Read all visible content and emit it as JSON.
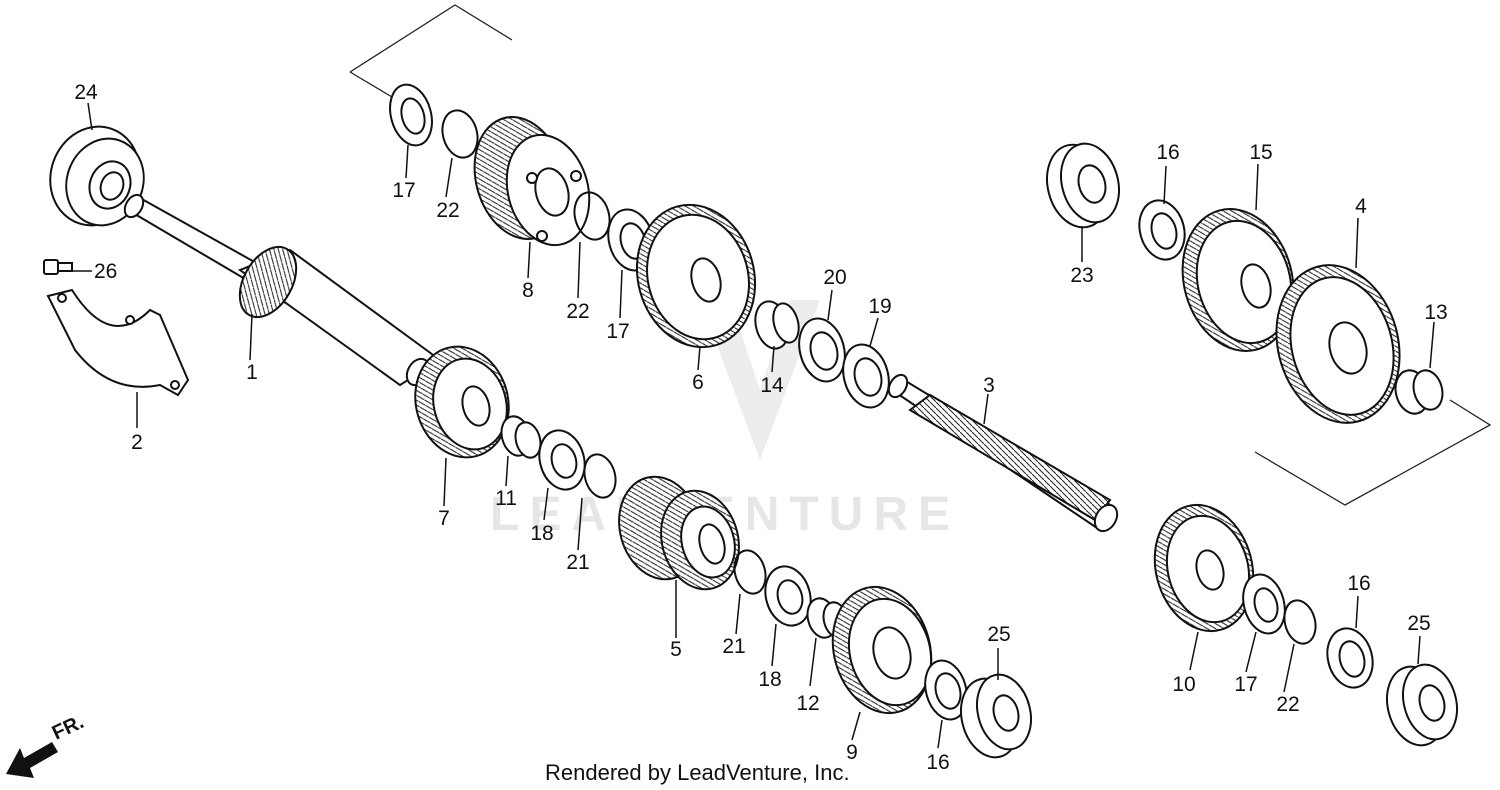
{
  "watermark": "LEADVENTURE",
  "credit": "Rendered by LeadVenture, Inc.",
  "front_indicator": "FR.",
  "callouts": [
    "1",
    "2",
    "3",
    "4",
    "5",
    "6",
    "7",
    "8",
    "9",
    "10",
    "11",
    "12",
    "13",
    "14",
    "15",
    "16",
    "17",
    "18",
    "19",
    "20",
    "21",
    "22",
    "23",
    "24",
    "25",
    "26"
  ]
}
